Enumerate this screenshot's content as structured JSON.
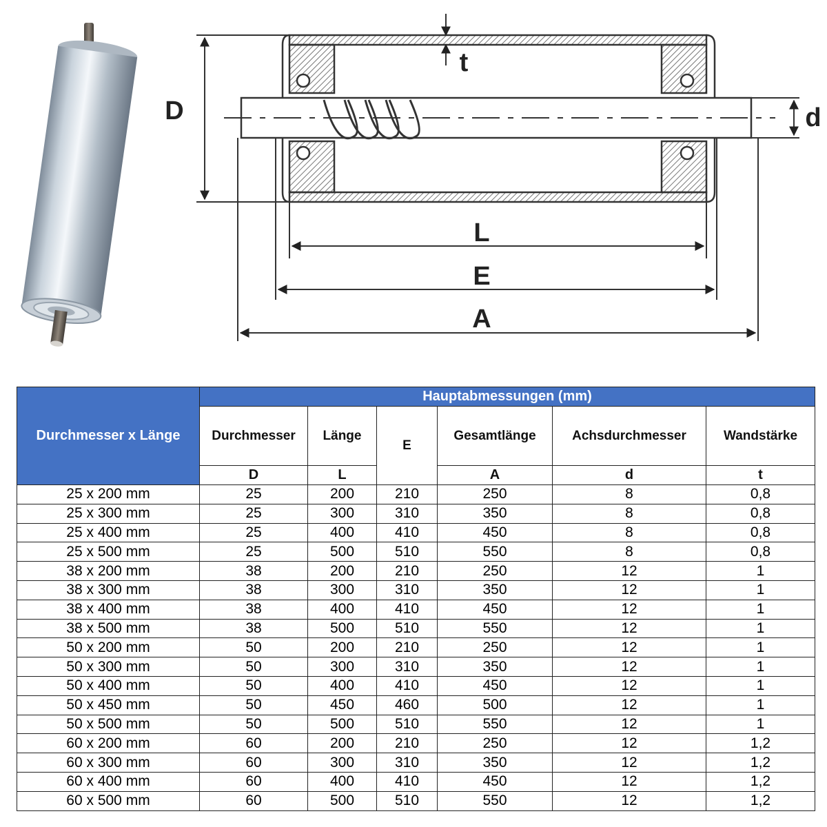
{
  "drawing_labels": {
    "D": "D",
    "t": "t",
    "d": "d",
    "L": "L",
    "E": "E",
    "A": "A"
  },
  "table": {
    "title": "Hauptabmessungen (mm)",
    "row_header": "Durchmesser x Länge",
    "header_color": "#4472c4",
    "columns": [
      {
        "name": "Durchmesser",
        "symbol": "D"
      },
      {
        "name": "Länge",
        "symbol": "L"
      },
      {
        "name": "E",
        "symbol": ""
      },
      {
        "name": "Gesamtlänge",
        "symbol": "A"
      },
      {
        "name": "Achsdurchmesser",
        "symbol": "d"
      },
      {
        "name": "Wandstärke",
        "symbol": "t"
      }
    ],
    "rows": [
      [
        "25 x 200 mm",
        "25",
        "200",
        "210",
        "250",
        "8",
        "0,8"
      ],
      [
        "25 x 300 mm",
        "25",
        "300",
        "310",
        "350",
        "8",
        "0,8"
      ],
      [
        "25 x 400 mm",
        "25",
        "400",
        "410",
        "450",
        "8",
        "0,8"
      ],
      [
        "25 x 500 mm",
        "25",
        "500",
        "510",
        "550",
        "8",
        "0,8"
      ],
      [
        "38 x 200 mm",
        "38",
        "200",
        "210",
        "250",
        "12",
        "1"
      ],
      [
        "38 x 300 mm",
        "38",
        "300",
        "310",
        "350",
        "12",
        "1"
      ],
      [
        "38 x 400 mm",
        "38",
        "400",
        "410",
        "450",
        "12",
        "1"
      ],
      [
        "38 x 500 mm",
        "38",
        "500",
        "510",
        "550",
        "12",
        "1"
      ],
      [
        "50 x 200 mm",
        "50",
        "200",
        "210",
        "250",
        "12",
        "1"
      ],
      [
        "50 x 300 mm",
        "50",
        "300",
        "310",
        "350",
        "12",
        "1"
      ],
      [
        "50 x 400 mm",
        "50",
        "400",
        "410",
        "450",
        "12",
        "1"
      ],
      [
        "50 x 450 mm",
        "50",
        "450",
        "460",
        "500",
        "12",
        "1"
      ],
      [
        "50 x 500 mm",
        "50",
        "500",
        "510",
        "550",
        "12",
        "1"
      ],
      [
        "60 x 200 mm",
        "60",
        "200",
        "210",
        "250",
        "12",
        "1,2"
      ],
      [
        "60 x 300 mm",
        "60",
        "300",
        "310",
        "350",
        "12",
        "1,2"
      ],
      [
        "60 x 400 mm",
        "60",
        "400",
        "410",
        "450",
        "12",
        "1,2"
      ],
      [
        "60 x 500 mm",
        "60",
        "500",
        "510",
        "550",
        "12",
        "1,2"
      ]
    ]
  }
}
